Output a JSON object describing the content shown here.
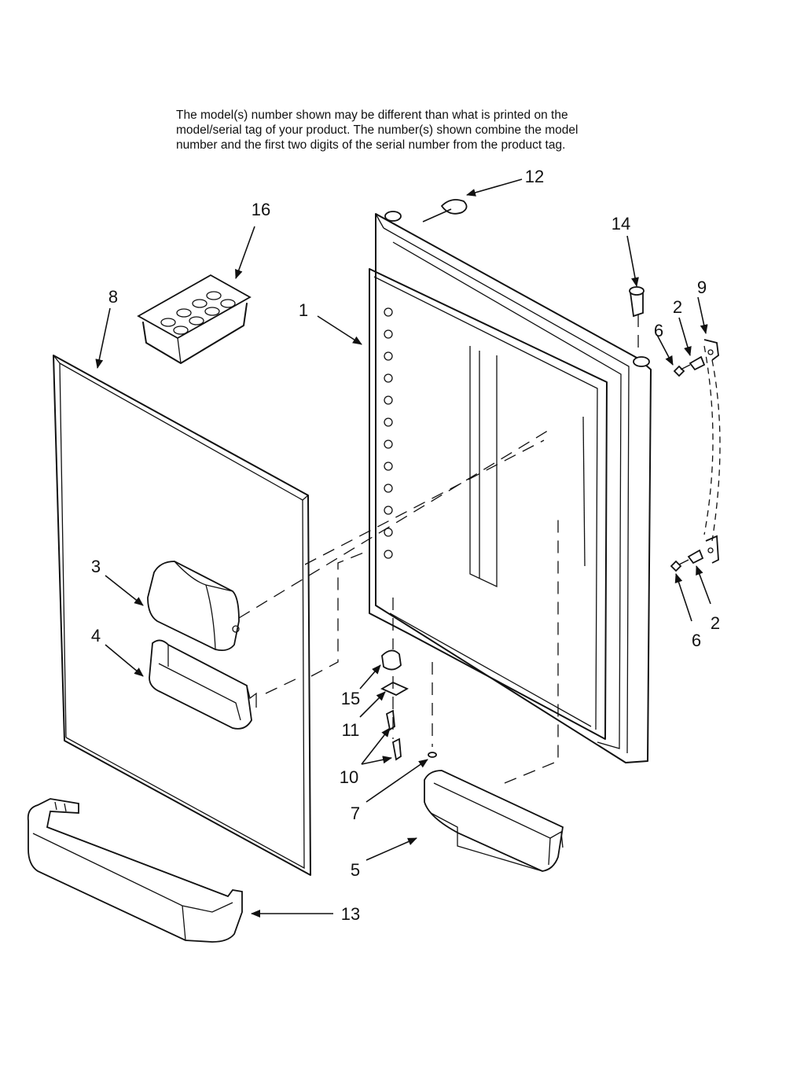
{
  "note": {
    "line1": "The model(s) number shown may be different than what is printed on the",
    "line2": "model/serial tag of your product. The number(s) shown combine the model",
    "line3": "number and the first two digits of the serial number from the product tag."
  },
  "callouts": {
    "c1": "1",
    "c2a": "2",
    "c2b": "2",
    "c3": "3",
    "c4": "4",
    "c5": "5",
    "c6a": "6",
    "c6b": "6",
    "c7": "7",
    "c8": "8",
    "c9": "9",
    "c10": "10",
    "c11": "11",
    "c12": "12",
    "c13": "13",
    "c14": "14",
    "c15": "15",
    "c16": "16"
  },
  "colors": {
    "line": "#111111",
    "background": "#ffffff"
  }
}
